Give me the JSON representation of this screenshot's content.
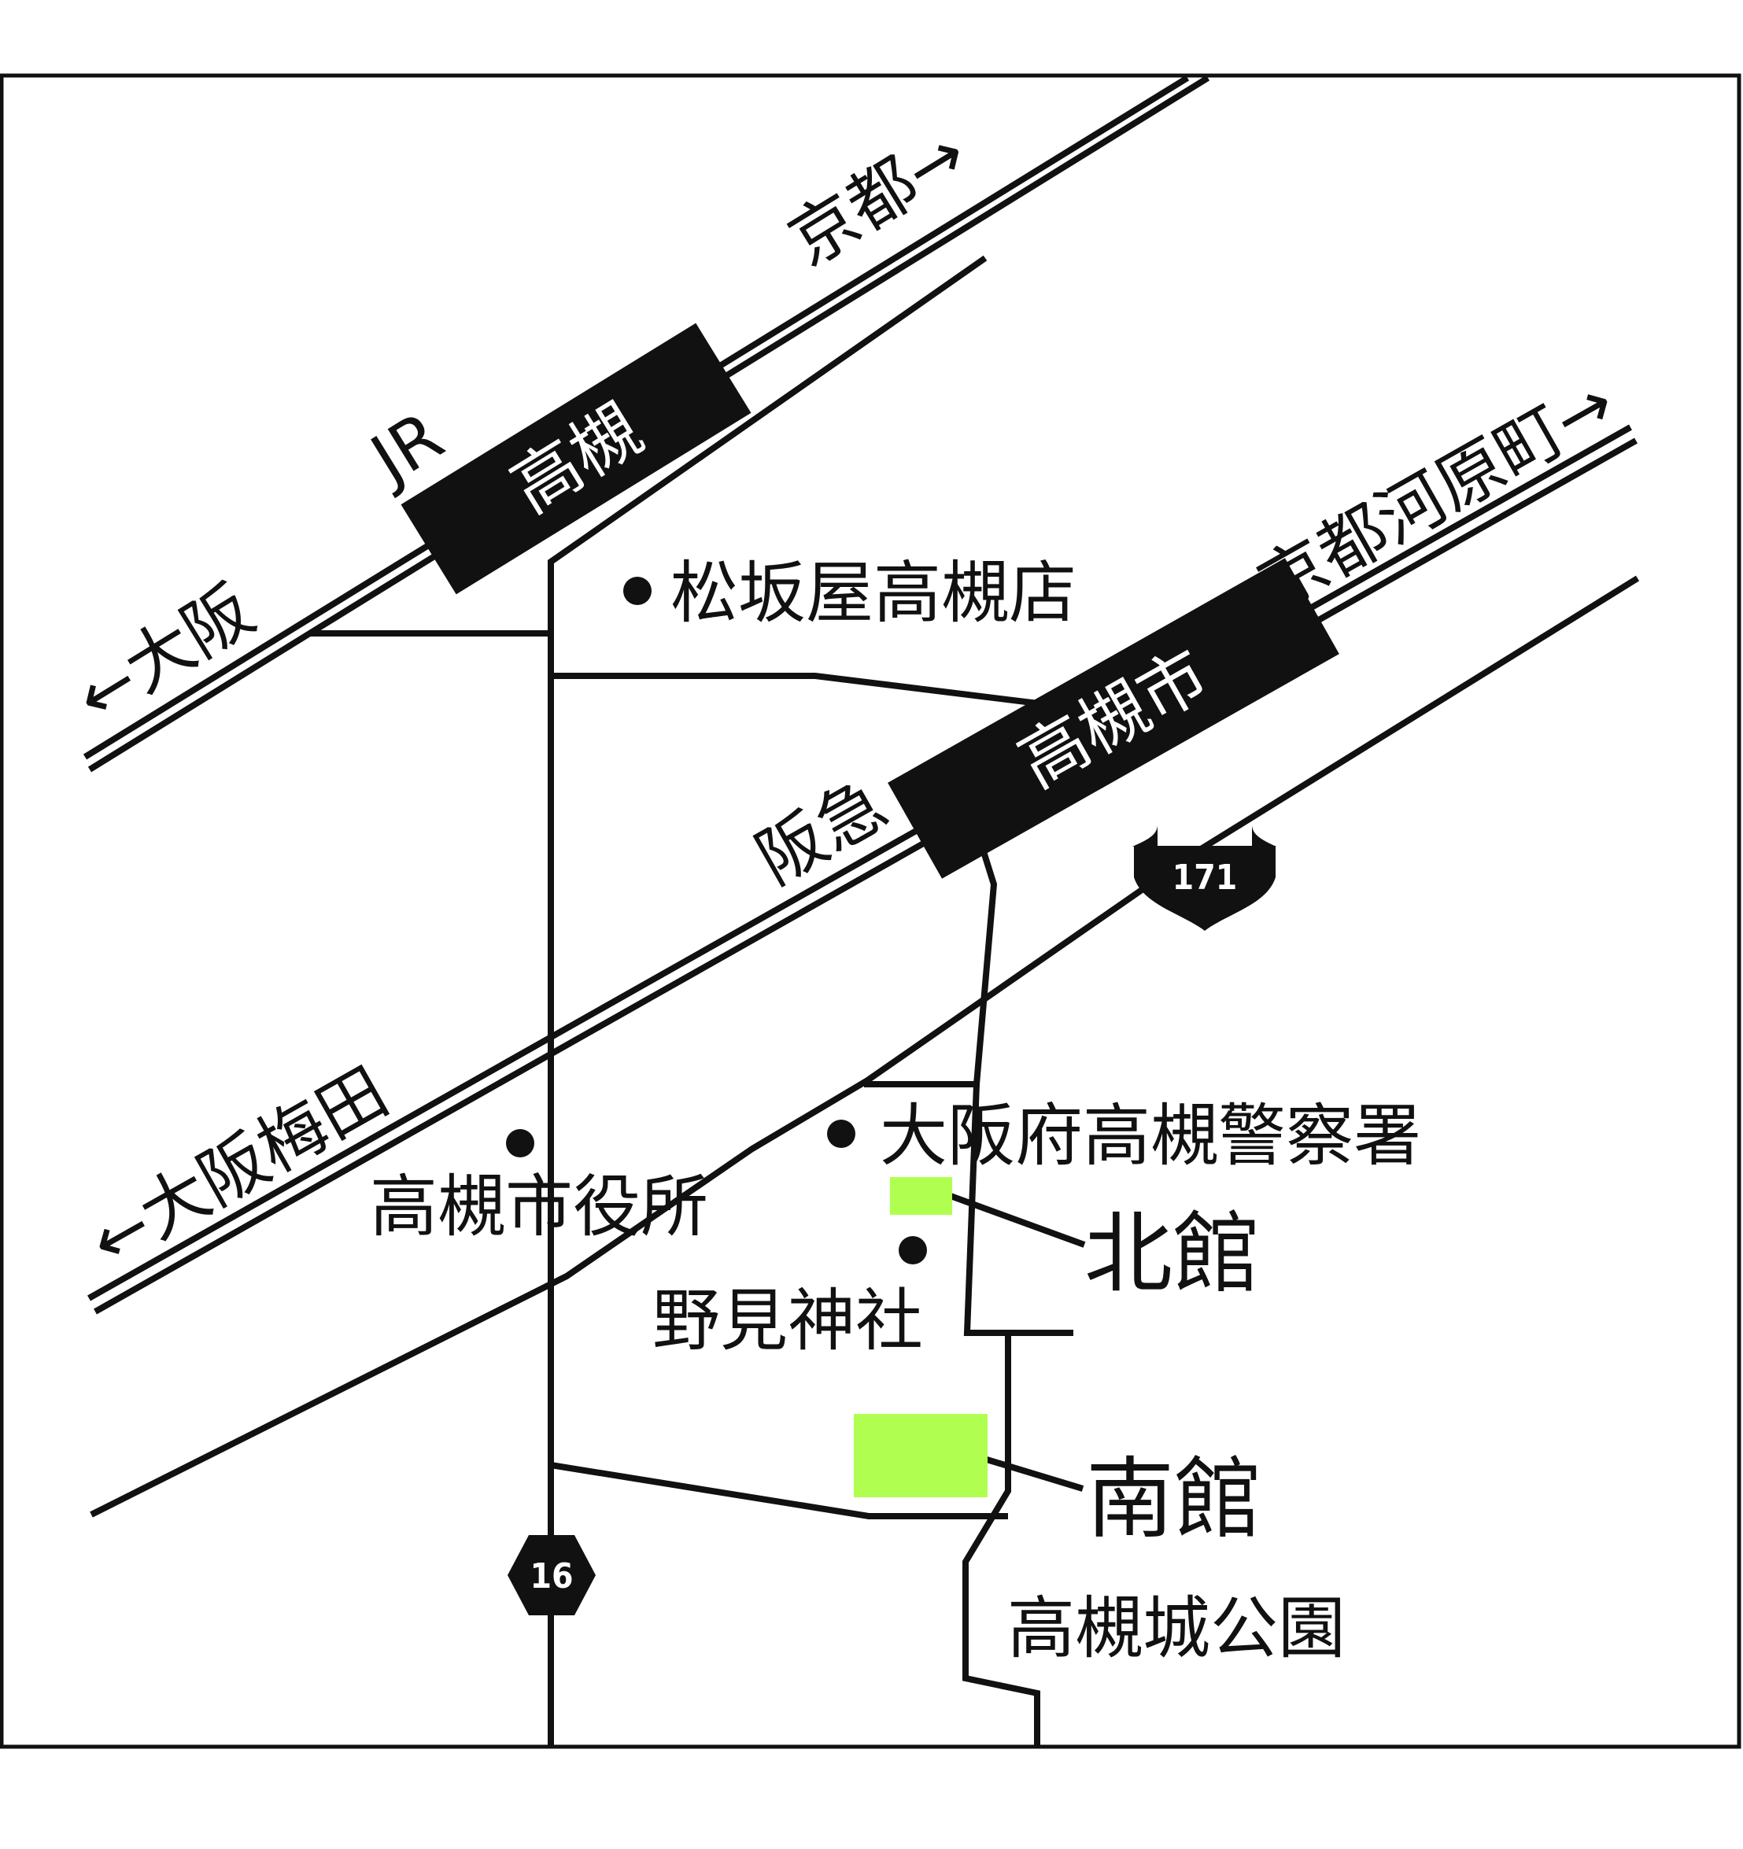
{
  "map": {
    "colors": {
      "ink": "#111111",
      "building": "#b0ff50",
      "background": "#ffffff"
    },
    "railways": {
      "jr": {
        "line_label": "JR",
        "station": "高槻",
        "west_direction": "←大阪",
        "east_direction": "京都→"
      },
      "hankyu": {
        "line_label": "阪急",
        "station": "高槻市",
        "west_direction": "←大阪梅田",
        "east_direction": "京都河原町→"
      }
    },
    "routes": {
      "national_route": "171",
      "prefectural_route": "16"
    },
    "landmarks": {
      "matsuzakaya": "松坂屋高槻店",
      "city_hall": "高槻市役所",
      "police": "大阪府高槻警察署",
      "shrine": "野見神社",
      "park": "高槻城公園"
    },
    "buildings": {
      "north": "北館",
      "south": "南館"
    }
  }
}
